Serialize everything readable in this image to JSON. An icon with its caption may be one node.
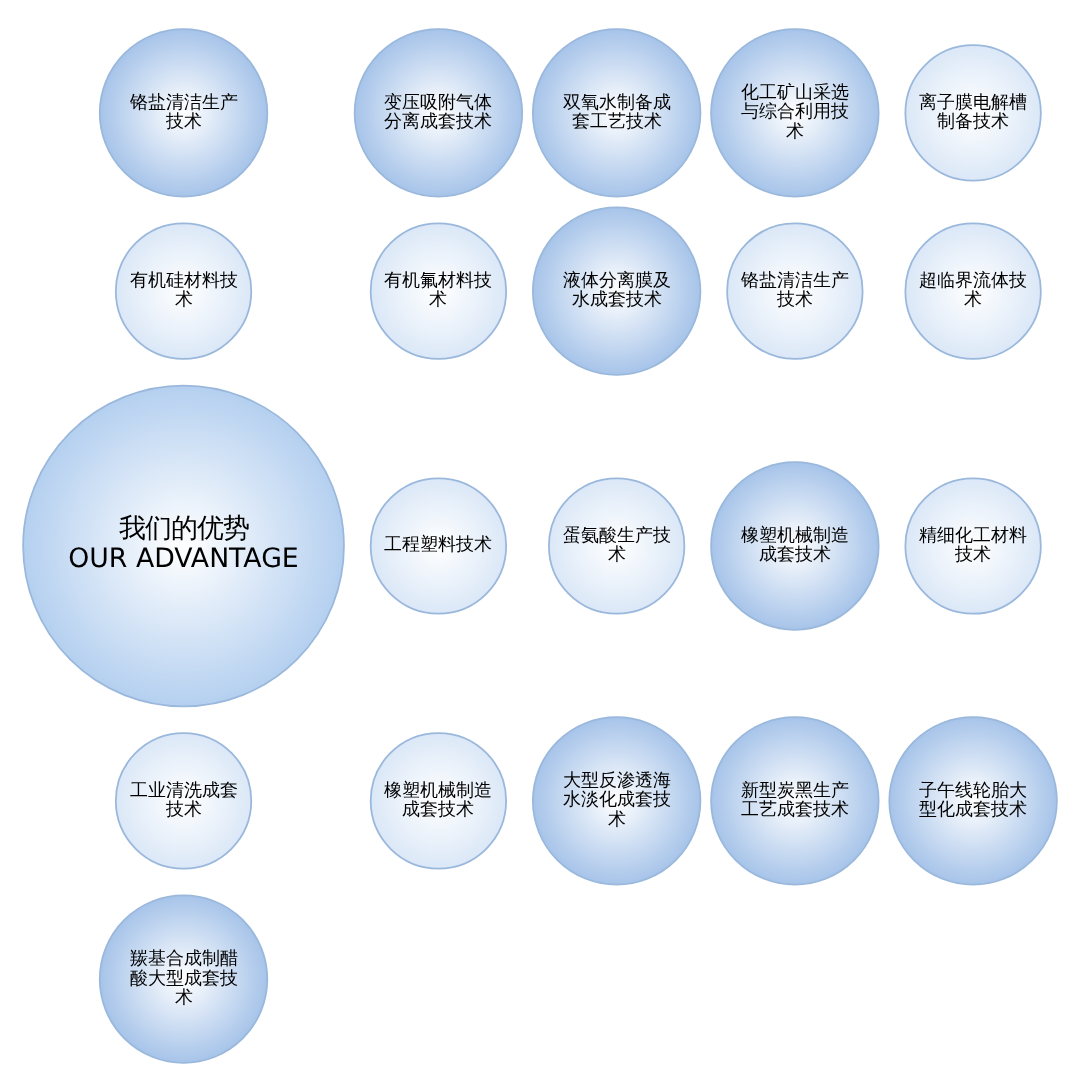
{
  "diagram": {
    "nodes": [
      {
        "text": [
          "我们的优势",
          "OUR ADVANTAGE"
        ]
      },
      {
        "text": [
          "有机硅材料技术"
        ]
      },
      {
        "text": [
          "有机氟材料技术"
        ]
      },
      {
        "text": [
          "工程塑料技术"
        ]
      },
      {
        "text": [
          "蛋氨酸生产技术"
        ]
      },
      {
        "text": [
          "橡塑机械制造成套技术"
        ]
      },
      {
        "text": [
          "工业清洗成套技术"
        ]
      },
      {
        "text": [
          "精细化工材料技术"
        ]
      },
      {
        "text": [
          "超临界流体技术"
        ]
      },
      {
        "text": [
          "铬盐清洁生产技术"
        ]
      },
      {
        "text": [
          "离子膜电解槽制备技术"
        ]
      },
      {
        "text": [
          "变压吸附气体分离成套技术"
        ]
      },
      {
        "text": [
          "双氧水制备成套工艺技术"
        ]
      },
      {
        "text": [
          "液体分离膜及水成套技术"
        ]
      },
      {
        "text": [
          "大型反渗透海水淡化成套技术"
        ]
      },
      {
        "text": [
          "羰基合成制醋酸大型成套技术"
        ]
      },
      {
        "text": [
          "子午线轮胎大型化成套技术"
        ]
      },
      {
        "text": [
          "新型炭黑生产工艺成套技术"
        ]
      },
      {
        "text": [
          "橡塑机械制造成套技术"
        ]
      },
      {
        "text": [
          "化工矿山采选与综合利用技术"
        ]
      },
      {
        "text": [
          "铬盐清洁生产技术"
        ]
      }
    ]
  }
}
